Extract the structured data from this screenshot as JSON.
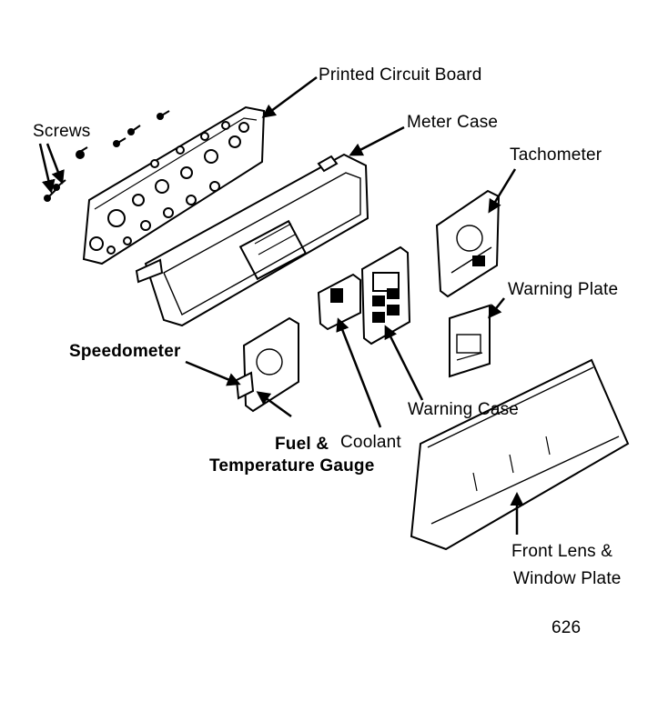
{
  "labels": {
    "printed_circuit_board": "Printed Circuit Board",
    "screws": "Screws",
    "meter_case": "Meter Case",
    "tachometer": "Tachometer",
    "warning_plate": "Warning Plate",
    "speedometer": "Speedometer",
    "warning_case": "Warning Case",
    "fuel_and": "Fuel &",
    "coolant": "Coolant",
    "temperature_gauge": "Temperature Gauge",
    "front_lens_1": "Front Lens &",
    "front_lens_2": "Window Plate"
  },
  "figure_number": "626",
  "colors": {
    "ink": "#000000",
    "paper": "#ffffff"
  }
}
